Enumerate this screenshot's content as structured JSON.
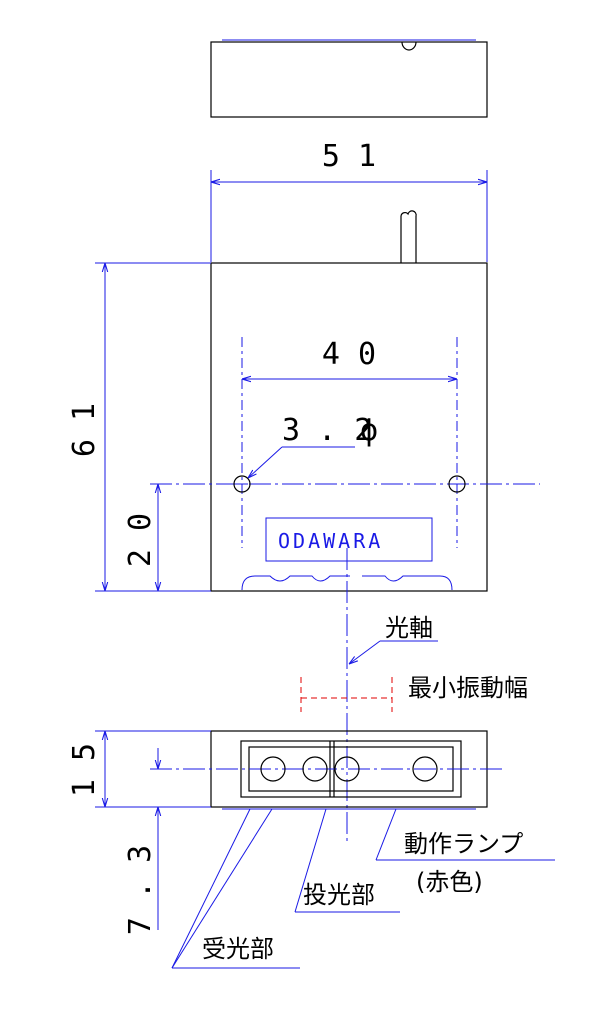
{
  "dimensions": {
    "width": "5 1",
    "height": "6 1",
    "hole_pitch": "4 0",
    "hole_diameter": "3 . 2",
    "hole_diameter_symbol": "ϕ",
    "hole_height": "2 0",
    "depth": "1 5",
    "axis_offset": "7 . 3"
  },
  "labels": {
    "brand": "ODAWARA",
    "optical_axis": "光軸",
    "min_amplitude": "最小振動幅",
    "operation_lamp": "動作ランプ",
    "operation_lamp_color": "(赤色)",
    "emitter": "投光部",
    "receiver": "受光部"
  },
  "colors": {
    "outline": "#000000",
    "dimension_line": "#1a1ae6",
    "amplitude_mark": "#e00000"
  }
}
